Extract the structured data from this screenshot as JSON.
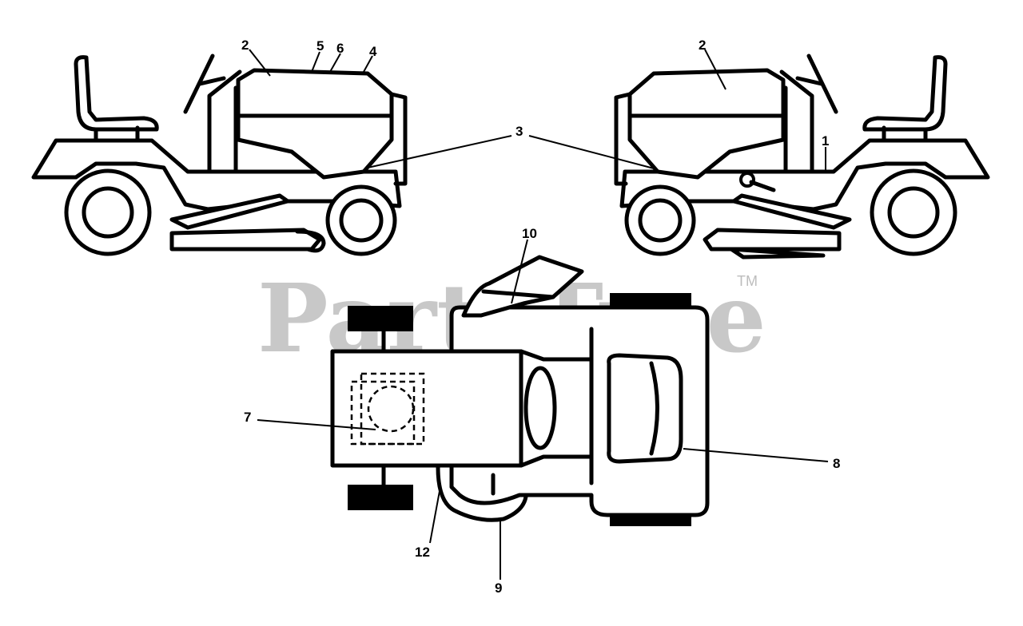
{
  "watermark": {
    "text": "PartsTree",
    "trademark": "TM"
  },
  "callouts": {
    "c1": "1",
    "c2_left": "2",
    "c2_right": "2",
    "c3": "3",
    "c4": "4",
    "c5": "5",
    "c6": "6",
    "c7": "7",
    "c8": "8",
    "c9": "9",
    "c10": "10",
    "c12": "12"
  }
}
